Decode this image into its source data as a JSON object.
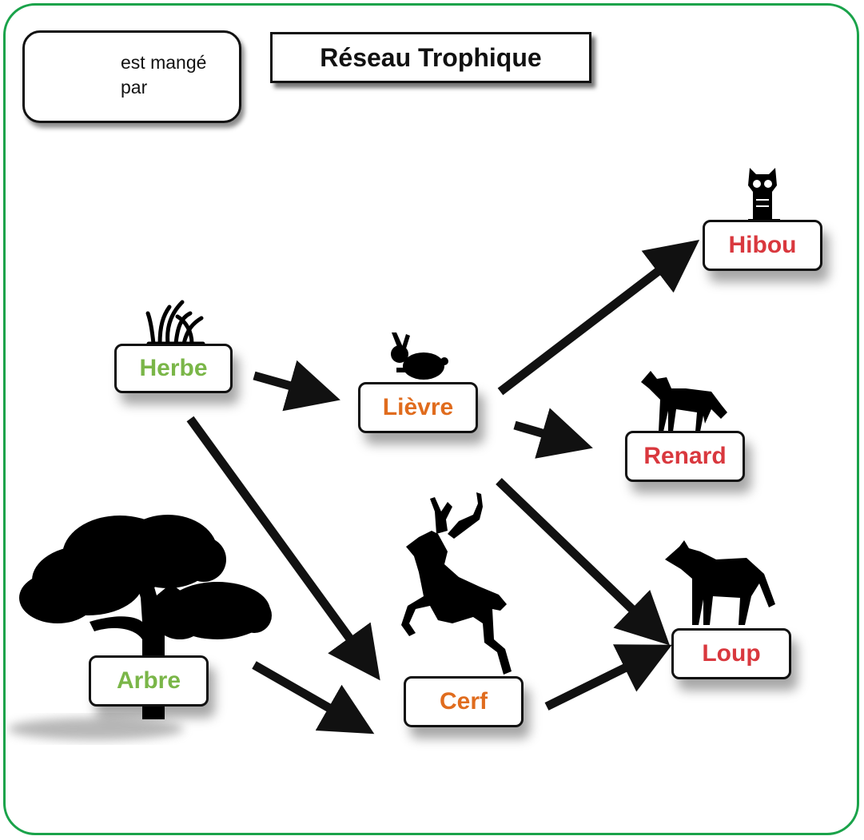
{
  "title": "Réseau Trophique",
  "legend": {
    "text": "est mangé par"
  },
  "colors": {
    "border": "#1aa34a",
    "producer": "#7ab648",
    "primary_consumer": "#e06c1e",
    "secondary_consumer": "#d9383e"
  },
  "nodes": {
    "herbe": {
      "label": "Herbe",
      "icon": "grass-icon",
      "level": "producer"
    },
    "arbre": {
      "label": "Arbre",
      "icon": "tree-icon",
      "level": "producer"
    },
    "lievre": {
      "label": "Lièvre",
      "icon": "rabbit-icon",
      "level": "primary_consumer"
    },
    "cerf": {
      "label": "Cerf",
      "icon": "deer-icon",
      "level": "primary_consumer"
    },
    "hibou": {
      "label": "Hibou",
      "icon": "owl-icon",
      "level": "secondary_consumer"
    },
    "renard": {
      "label": "Renard",
      "icon": "fox-icon",
      "level": "secondary_consumer"
    },
    "loup": {
      "label": "Loup",
      "icon": "wolf-icon",
      "level": "secondary_consumer"
    }
  },
  "edges": [
    {
      "from": "herbe",
      "to": "lievre"
    },
    {
      "from": "herbe",
      "to": "cerf"
    },
    {
      "from": "arbre",
      "to": "cerf"
    },
    {
      "from": "lievre",
      "to": "hibou"
    },
    {
      "from": "lievre",
      "to": "renard"
    },
    {
      "from": "lievre",
      "to": "loup"
    },
    {
      "from": "cerf",
      "to": "loup"
    }
  ]
}
